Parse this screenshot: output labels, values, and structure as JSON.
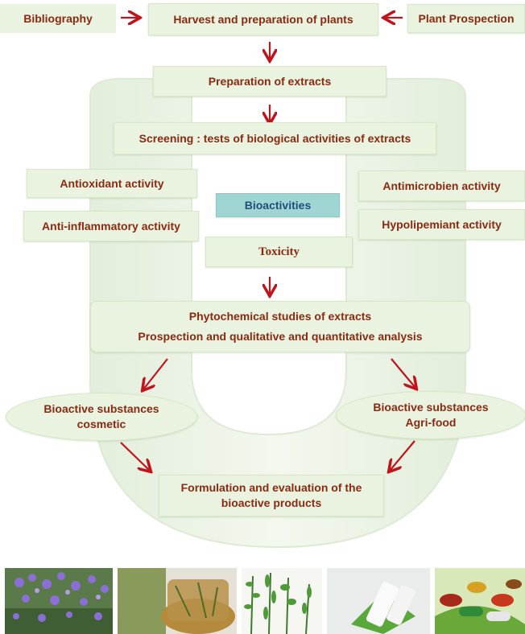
{
  "nodes": {
    "bibliography": "Bibliography",
    "harvest": "Harvest and preparation of plants",
    "plant_prospection": "Plant Prospection",
    "preparation_extracts": "Preparation of extracts",
    "screening": "Screening : tests of biological activities of extracts",
    "antioxidant": "Antioxidant activity",
    "anti_inflammatory": "Anti-inflammatory activity",
    "bioactivities": "Bioactivities",
    "antimicrobien": "Antimicrobien activity",
    "hypolipemiant": "Hypolipemiant activity",
    "toxicity": "Toxicity",
    "phytochemical_line1": "Phytochemical studies of extracts",
    "phytochemical_line2": "Prospection and qualitative and quantitative  analysis",
    "cosmetic_line1": "Bioactive substances",
    "cosmetic_line2": "cosmetic",
    "agrifood_line1": "Bioactive substances",
    "agrifood_line2": "Agri-food",
    "formulation_line1": "Formulation and evaluation  of the",
    "formulation_line2": "bioactive products"
  },
  "colors": {
    "box_fill": "#eaf3df",
    "text": "#8a2a12",
    "arrow": "#c0141c",
    "bioactivities_fill": "#9fd6d4",
    "bioactivities_text": "#1d4f7a",
    "u_shape": "#eef4e8"
  },
  "photos": [
    "flowering-plant-photo",
    "herbal-tea-photo",
    "herb-sprigs-photo",
    "cosmetic-tubes-photo",
    "capsules-photo"
  ]
}
